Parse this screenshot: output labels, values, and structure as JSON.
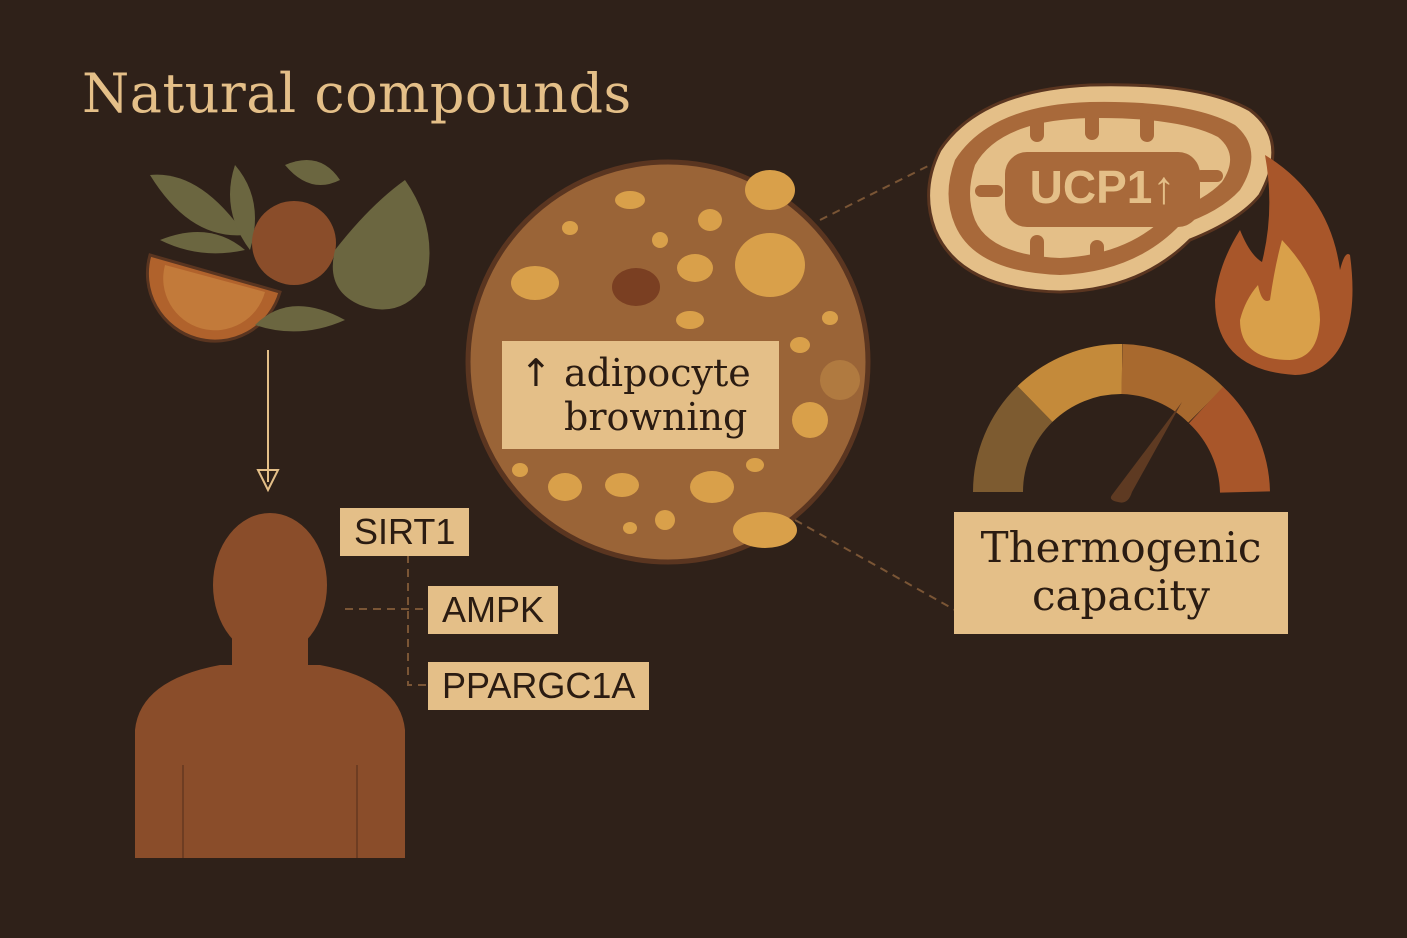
{
  "title": "Natural compounds",
  "genes": [
    "SIRT1",
    "AMPK",
    "PPARGC1A"
  ],
  "adipocyte": {
    "arrow": "↑",
    "line1": "adipocyte",
    "line2": "browning"
  },
  "mitochondrion": {
    "label": "UCP1",
    "arrow": "↑"
  },
  "thermogenic": {
    "line1": "Thermogenic",
    "line2": "capacity"
  },
  "colors": {
    "background": "#2f2119",
    "cream": "#e4bf88",
    "brown": "#9a6437",
    "orange": "#b0622c",
    "gold": "#d9a04a"
  }
}
